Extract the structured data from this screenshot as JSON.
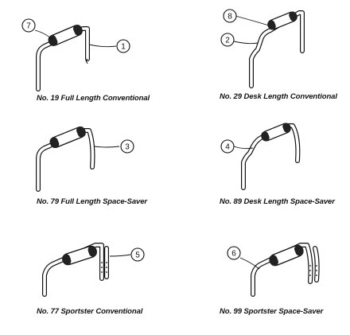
{
  "items": [
    {
      "number": "7",
      "caption": "No. 19 Full Length Conventional"
    },
    {
      "number": "1",
      "caption": "No. 19 Full Length Conventional"
    },
    {
      "number": "8",
      "caption": "No. 29 Desk Length Conventional"
    },
    {
      "number": "2",
      "caption": "No. 29 Desk Length Conventional"
    },
    {
      "number": "3",
      "caption": "No. 79 Full Length Space-Saver"
    },
    {
      "number": "4",
      "caption": "No. 89 Desk Length Space-Saver"
    },
    {
      "number": "5",
      "caption": "No. 77 Sportster Conventional"
    },
    {
      "number": "6",
      "caption": "No. 99 Sportster Space-Saver"
    }
  ],
  "callouts": {
    "c7": "7",
    "c1": "1",
    "c8": "8",
    "c2": "2",
    "c3": "3",
    "c4": "4",
    "c5": "5",
    "c6": "6"
  },
  "captions": {
    "no19": "No. 19 Full Length Conventional",
    "no29": "No. 29 Desk Length Conventional",
    "no79": "No. 79 Full Length Space-Saver",
    "no89": "No. 89 Desk Length Space-Saver",
    "no77": "No. 77 Sportster Conventional",
    "no99": "No. 99 Sportster Space-Saver"
  }
}
